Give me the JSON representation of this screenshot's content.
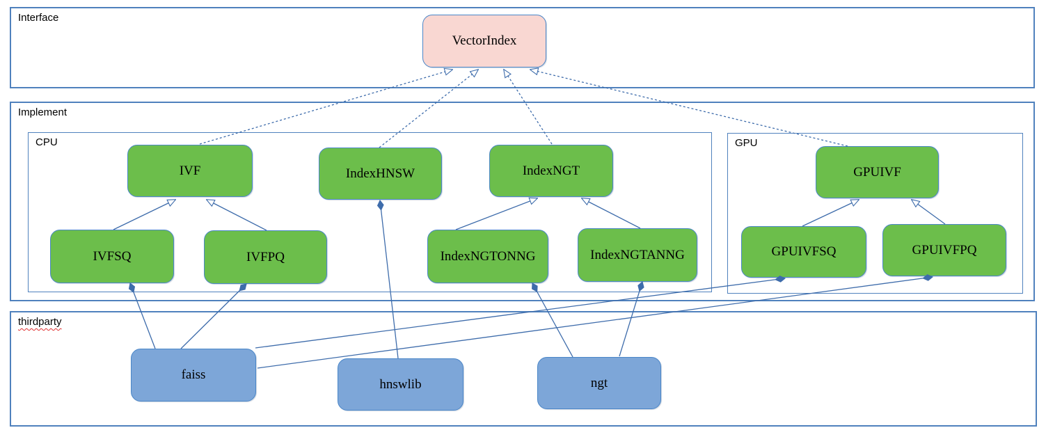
{
  "diagram": {
    "containers": {
      "interface": {
        "label": "Interface"
      },
      "implement": {
        "label": "Implement"
      },
      "cpu": {
        "label": "CPU"
      },
      "gpu": {
        "label": "GPU"
      },
      "thirdparty": {
        "label": "thirdparty"
      }
    },
    "nodes": {
      "vectorindex": {
        "label": "VectorIndex",
        "kind": "interface"
      },
      "ivf": {
        "label": "IVF",
        "kind": "cpu-class"
      },
      "indexhnsw": {
        "label": "IndexHNSW",
        "kind": "cpu-class"
      },
      "indexngt": {
        "label": "IndexNGT",
        "kind": "cpu-class"
      },
      "ivfsq": {
        "label": "IVFSQ",
        "kind": "cpu-class"
      },
      "ivfpq": {
        "label": "IVFPQ",
        "kind": "cpu-class"
      },
      "indexngtonng": {
        "label": "IndexNGTONNG",
        "kind": "cpu-class"
      },
      "indexngtanng": {
        "label": "IndexNGTANNG",
        "kind": "cpu-class"
      },
      "gpuivf": {
        "label": "GPUIVF",
        "kind": "gpu-class"
      },
      "gpuivfsq": {
        "label": "GPUIVFSQ",
        "kind": "gpu-class"
      },
      "gpuivfpq": {
        "label": "GPUIVFPQ",
        "kind": "gpu-class"
      },
      "faiss": {
        "label": "faiss",
        "kind": "thirdparty-lib"
      },
      "hnswlib": {
        "label": "hnswlib",
        "kind": "thirdparty-lib"
      },
      "ngt": {
        "label": "ngt",
        "kind": "thirdparty-lib"
      }
    },
    "edges": [
      {
        "from": "ivf",
        "to": "vectorindex",
        "type": "realization"
      },
      {
        "from": "indexhnsw",
        "to": "vectorindex",
        "type": "realization"
      },
      {
        "from": "indexngt",
        "to": "vectorindex",
        "type": "realization"
      },
      {
        "from": "gpuivf",
        "to": "vectorindex",
        "type": "realization"
      },
      {
        "from": "ivfsq",
        "to": "ivf",
        "type": "generalization"
      },
      {
        "from": "ivfpq",
        "to": "ivf",
        "type": "generalization"
      },
      {
        "from": "indexngtonng",
        "to": "indexngt",
        "type": "generalization"
      },
      {
        "from": "indexngtanng",
        "to": "indexngt",
        "type": "generalization"
      },
      {
        "from": "gpuivfsq",
        "to": "gpuivf",
        "type": "generalization"
      },
      {
        "from": "gpuivfpq",
        "to": "gpuivf",
        "type": "generalization"
      },
      {
        "from": "faiss",
        "to": "ivfsq",
        "type": "composition"
      },
      {
        "from": "faiss",
        "to": "ivfpq",
        "type": "composition"
      },
      {
        "from": "faiss",
        "to": "gpuivfsq",
        "type": "composition"
      },
      {
        "from": "faiss",
        "to": "gpuivfpq",
        "type": "composition"
      },
      {
        "from": "hnswlib",
        "to": "indexhnsw",
        "type": "composition"
      },
      {
        "from": "ngt",
        "to": "indexngtonng",
        "type": "composition"
      },
      {
        "from": "ngt",
        "to": "indexngtanng",
        "type": "composition"
      }
    ],
    "colors": {
      "interface_fill": "#f9d7d2",
      "class_fill": "#6cbe4b",
      "library_fill": "#7da6d8",
      "edge_line": "#3e6cab",
      "box_border": "#4a86c8",
      "container_border": "#4f81bd",
      "spellcheck_underline": "#e03030"
    }
  }
}
